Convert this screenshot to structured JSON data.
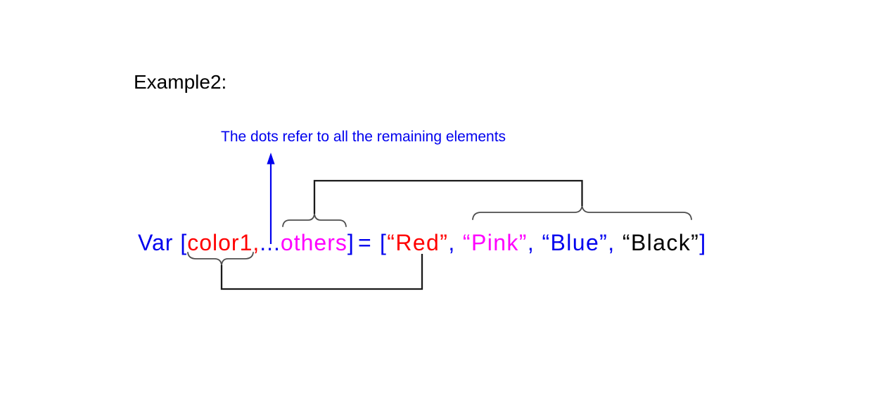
{
  "title": {
    "label": "Example2:"
  },
  "annotation": {
    "text": "The dots refer to all the remaining elements"
  },
  "code_line": {
    "left_segments": [
      {
        "text": "Var [",
        "color": "blue"
      },
      {
        "text": "color1,",
        "color": "red"
      },
      {
        "text": "...",
        "color": "blue"
      },
      {
        "text": "others",
        "color": "magenta"
      },
      {
        "text": "]",
        "color": "blue"
      }
    ],
    "equals": "=",
    "right_segments": [
      {
        "text": "[",
        "color": "blue"
      },
      {
        "text": "“Red”",
        "color": "red"
      },
      {
        "text": ", ",
        "color": "blue"
      },
      {
        "text": "“Pink”",
        "color": "magenta"
      },
      {
        "text": ", ",
        "color": "blue"
      },
      {
        "text": "“Blue”",
        "color": "blue"
      },
      {
        "text": ", ",
        "color": "blue"
      },
      {
        "text": "“Black”",
        "color": "black"
      },
      {
        "text": "]",
        "color": "blue"
      }
    ]
  },
  "colors": {
    "blue": "#0000ee",
    "red": "#ff0000",
    "magenta": "#ff00ff",
    "black": "#000000",
    "brace": "#4d4d4d",
    "connector": "#1a1a1a"
  }
}
